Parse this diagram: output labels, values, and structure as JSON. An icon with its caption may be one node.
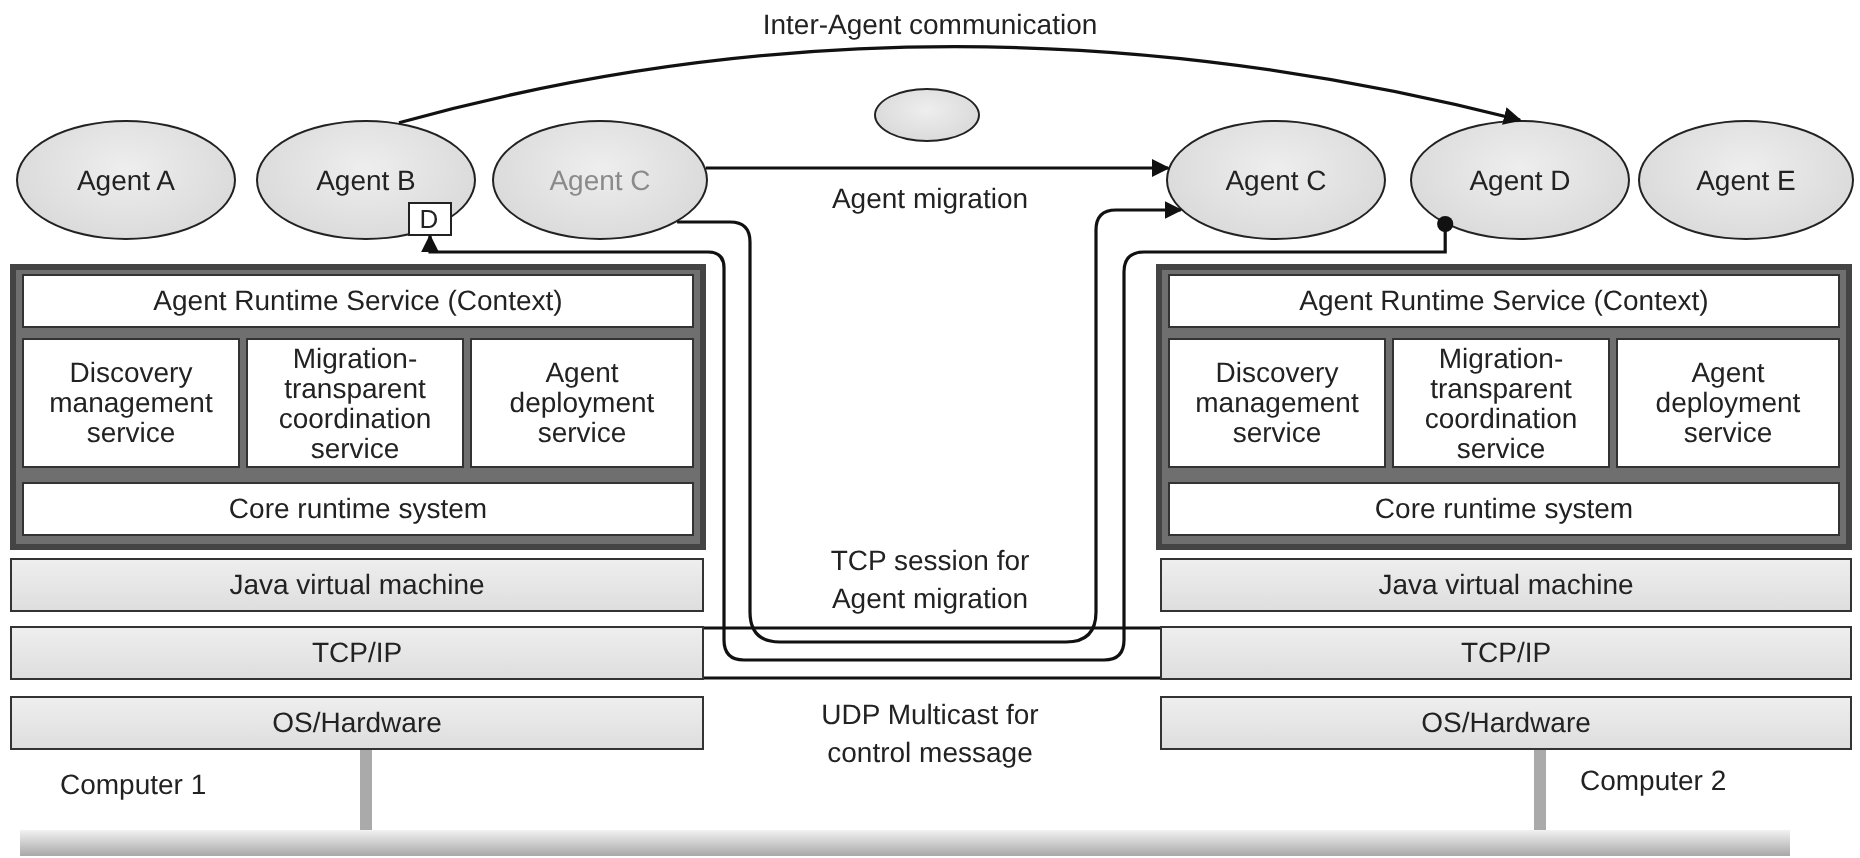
{
  "diagram": {
    "nodes": [
      {
        "text": [
          "Agent A"
        ]
      },
      {
        "text": [
          "Agent B"
        ]
      },
      {
        "text": [
          "D"
        ],
        "in": 1
      },
      {
        "text": [
          "Agent C"
        ]
      },
      {
        "text": [],
        "shape": "circle"
      },
      {
        "text": [
          "Agent C"
        ]
      },
      {
        "text": [
          "Agent D"
        ]
      },
      {
        "text": [
          "Agent E"
        ]
      },
      {
        "text": [],
        "shape": "box"
      },
      {
        "text": [
          "Agent Runtime Service (Context)"
        ],
        "in": 8
      },
      {
        "text": [
          "Discovery management service"
        ],
        "in": 8
      },
      {
        "text": [
          "Migration-transparent coordination service"
        ],
        "in": 8
      },
      {
        "text": [
          "Agent deployment service"
        ],
        "in": 8
      },
      {
        "text": [
          "Core runtime system"
        ],
        "in": 8
      },
      {
        "text": [
          "Java virtual machine"
        ]
      },
      {
        "text": [
          "TCP/IP"
        ]
      },
      {
        "text": [
          "OS/Hardware"
        ]
      },
      {
        "text": [],
        "shape": "box"
      },
      {
        "text": [
          "Agent Runtime Service (Context)"
        ],
        "in": 17
      },
      {
        "text": [
          "Discovery management service"
        ],
        "in": 17
      },
      {
        "text": [
          "Migration-transparent coordination service"
        ],
        "in": 17
      },
      {
        "text": [
          "Agent deployment service"
        ],
        "in": 17
      },
      {
        "text": [
          "Core runtime system"
        ],
        "in": 17
      },
      {
        "text": [
          "Java virtual machine"
        ]
      },
      {
        "text": [
          "TCP/IP"
        ]
      },
      {
        "text": [
          "OS/Hardware"
        ]
      },
      {
        "text": [],
        "shape": "bar"
      }
    ],
    "edges": [
      {
        "from": 1,
        "to": 6,
        "arrow": "to",
        "label": "Inter-Agent communication"
      },
      {
        "from": 3,
        "to": 5,
        "arrow": "to",
        "label": "Agent migration"
      },
      {
        "from": 3,
        "to": 5,
        "arrow": "to"
      },
      {
        "from": 6,
        "to": 2,
        "arrow": "to"
      },
      {
        "from": 15,
        "to": 24,
        "arrow": "none"
      },
      {
        "from": 16,
        "to": 26,
        "arrow": "none",
        "style": "thick",
        "color": "#aaaaaa"
      },
      {
        "from": 25,
        "to": 26,
        "arrow": "none",
        "style": "thick",
        "color": "#aaaaaa"
      }
    ],
    "labels": [
      "TCP session for Agent migration",
      "UDP Multicast for control message",
      "Computer 1",
      "Computer 2"
    ]
  }
}
